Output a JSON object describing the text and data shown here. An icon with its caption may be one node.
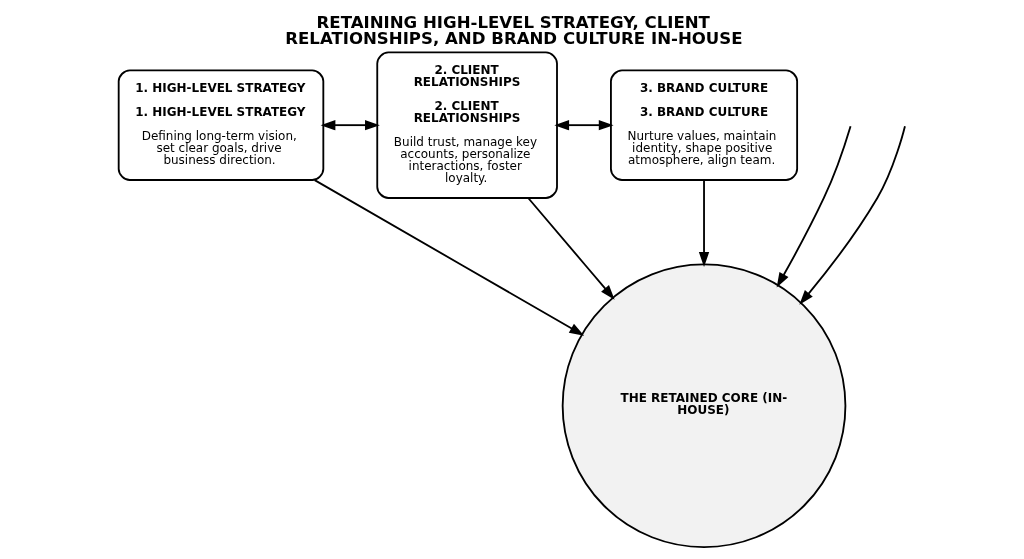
{
  "diagram": {
    "title": "RETAINING HIGH-LEVEL STRATEGY, CLIENT RELATIONSHIPS, AND BRAND CULTURE IN-HOUSE",
    "nodes": [
      {
        "text": [
          "1. HIGH-LEVEL STRATEGY",
          "1. HIGH-LEVEL STRATEGY",
          "Defining long-term vision, set clear goals, drive business direction."
        ]
      },
      {
        "text": [
          "2. CLIENT RELATIONSHIPS",
          "2. CLIENT RELATIONSHIPS",
          "Build trust, manage key accounts, personalize interactions, foster loyalty."
        ]
      },
      {
        "text": [
          "3. BRAND CULTURE",
          "3. BRAND CULTURE",
          "Nurture values, maintain identity, shape positive atmosphere, align team."
        ]
      },
      {
        "text": [
          "THE RETAINED CORE (IN-HOUSE)"
        ]
      }
    ],
    "edges": [
      {
        "from": 0,
        "to": 1,
        "arrow": "both"
      },
      {
        "from": 1,
        "to": 2,
        "arrow": "both"
      },
      {
        "from": 0,
        "to": 3,
        "arrow": "to"
      },
      {
        "from": 1,
        "to": 3,
        "arrow": "to"
      },
      {
        "from": 2,
        "to": 3,
        "arrow": "to"
      },
      {
        "from": null,
        "to": 3,
        "arrow": "to"
      },
      {
        "from": null,
        "to": 3,
        "arrow": "to"
      }
    ]
  }
}
